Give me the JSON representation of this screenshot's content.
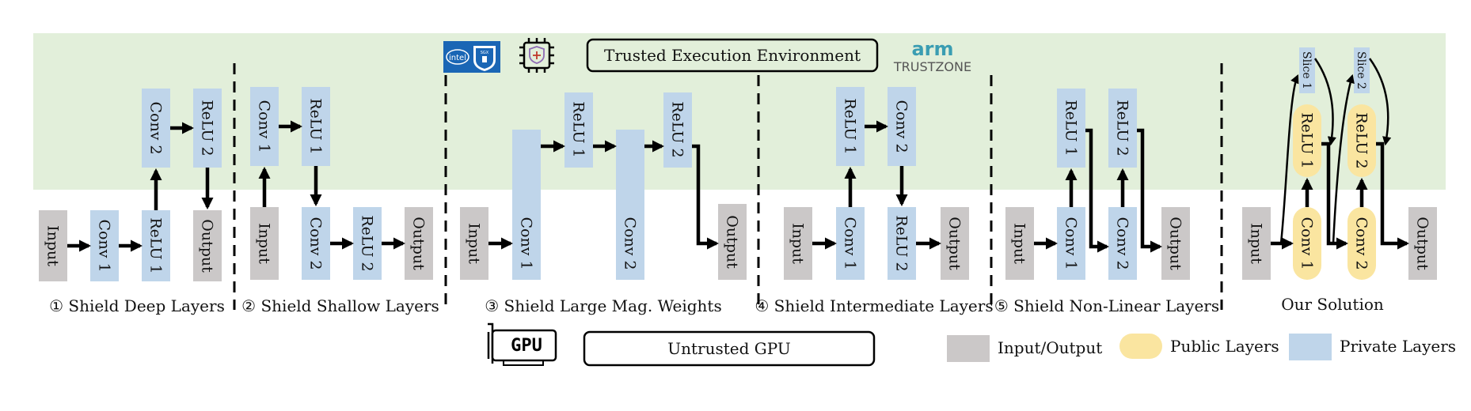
{
  "zones": {
    "trusted_label": "Trusted Execution Environment",
    "untrusted_label": "Untrusted GPU",
    "gpu_chip_text": "GPU",
    "intel_logo_text": "intel",
    "intel_sgx_text": "SGX",
    "arm_logo_text": "arm",
    "trustzone_text": "TRUSTZONE"
  },
  "nodes": {
    "input": "Input",
    "output": "Output",
    "conv1": "Conv 1",
    "conv2": "Conv 2",
    "relu1": "ReLU 1",
    "relu2": "ReLU 2",
    "slice1": "Slice 1",
    "slice2": "Slice 2"
  },
  "panels": [
    {
      "label": "① Shield Deep Layers"
    },
    {
      "label": "② Shield Shallow Layers"
    },
    {
      "label": "③ Shield Large Mag. Weights"
    },
    {
      "label": "④ Shield Intermediate Layers"
    },
    {
      "label": "⑤ Shield Non-Linear Layers"
    },
    {
      "label": "Our Solution"
    }
  ],
  "legend": {
    "io": "Input/Output",
    "public": "Public Layers",
    "private": "Private Layers"
  },
  "colors": {
    "trusted_bg": "#e2efda",
    "io": "#cbc8c8",
    "public": "#fae5a0",
    "private": "#bfd5ea",
    "intel_blue": "#1a66b5",
    "arm_teal": "#3a9db2"
  }
}
